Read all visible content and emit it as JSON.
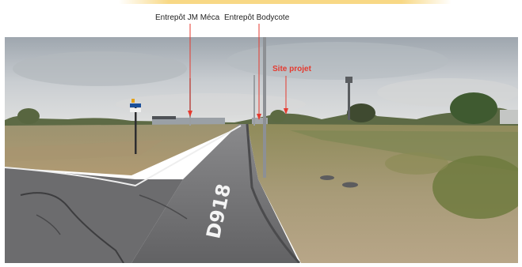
{
  "annotations": {
    "label_jm_meca": "Entrepôt JM Méca",
    "label_bodycote": "Entrepôt Bodycote",
    "label_site_projet": "Site projet",
    "arrow_color": "#e53a2f"
  },
  "road_marking": {
    "text": "D918"
  },
  "photo": {
    "sky_color": "#c8ccd0",
    "road_color": "#6e6e70",
    "grass_color": "#8e8a58"
  }
}
